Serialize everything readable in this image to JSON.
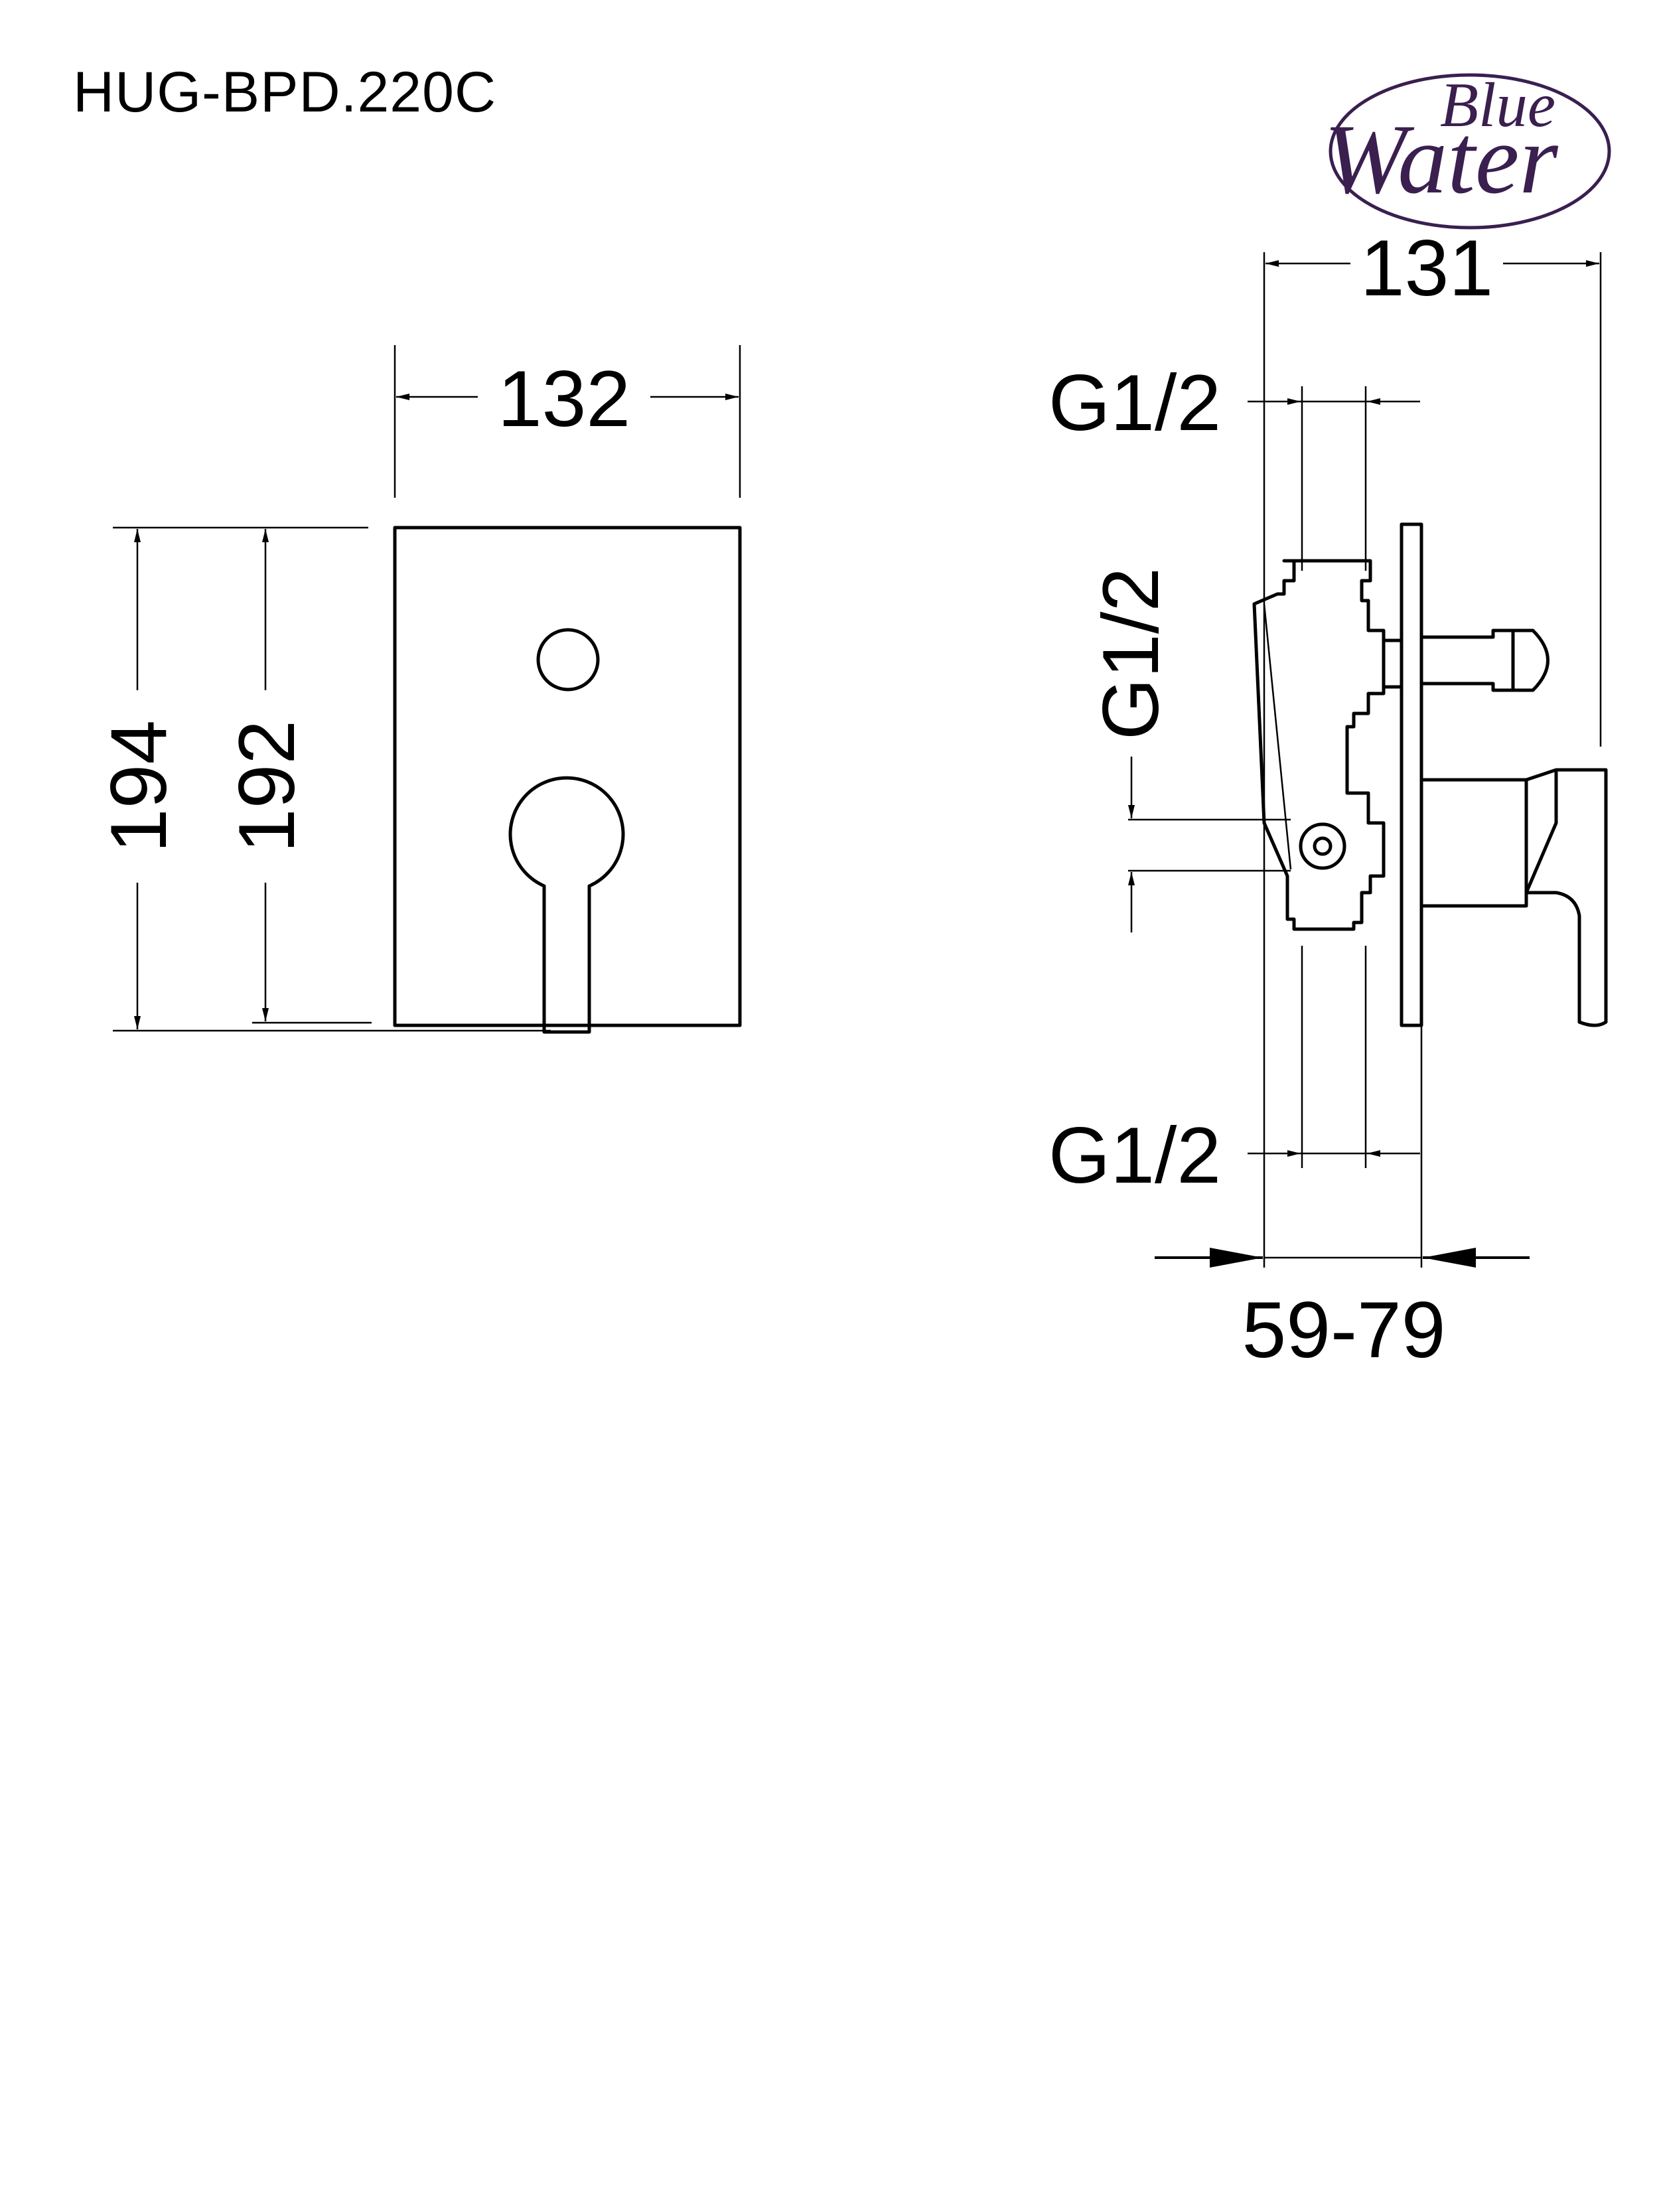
{
  "document": {
    "model_code": "HUG-BPD.220C",
    "brand_logo": {
      "line1": "Blue",
      "line2": "Water",
      "color": "#3a1f4f"
    }
  },
  "front_view": {
    "width_label": "132",
    "height_outer_label": "194",
    "height_inner_label": "192"
  },
  "side_view": {
    "depth_label": "131",
    "thread_top_label": "G1/2",
    "thread_side_label": "G1/2",
    "thread_bottom_label": "G1/2",
    "install_depth_label": "59-79"
  }
}
